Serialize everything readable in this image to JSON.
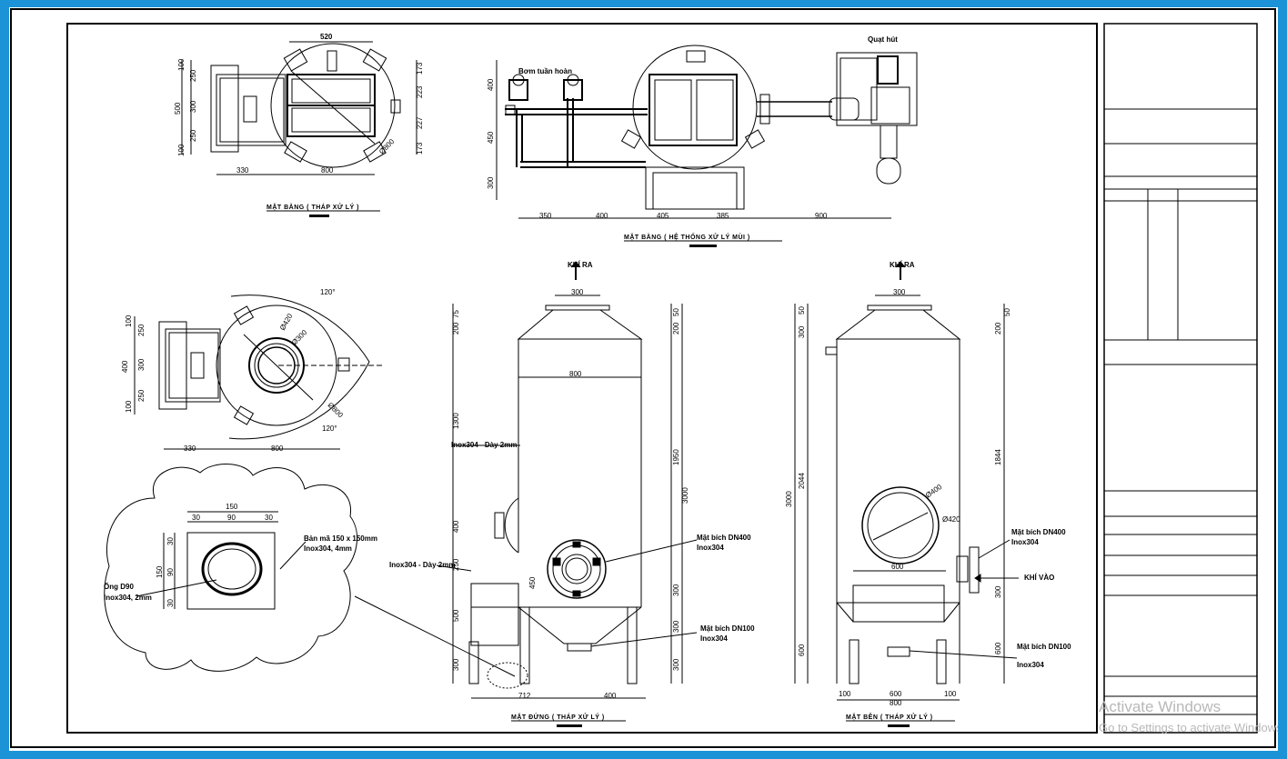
{
  "views": {
    "plan_tower": {
      "title": "MẶT BẰNG ( THÁP XỬ LÝ )",
      "top_dim": "520",
      "left_dims": [
        "100",
        "250",
        "300",
        "250",
        "100"
      ],
      "left_total": "500",
      "right_dims": [
        "173",
        "223",
        "227",
        "173"
      ],
      "bottom_dims": [
        "330",
        "800"
      ],
      "diameter": "Ø800"
    },
    "plan_system": {
      "title": "MẶT BẰNG ( HỆ THỐNG XỬ LÝ MÙI )",
      "label_pump": "Bơm tuần hoàn",
      "label_fan": "Quạt hút",
      "left_dims": [
        "400",
        "450",
        "300"
      ],
      "bottom_dims": [
        "350",
        "400",
        "405",
        "385",
        "900"
      ]
    },
    "top_tower": {
      "left_dims": [
        "100",
        "250",
        "300",
        "250",
        "100"
      ],
      "left_total": "400",
      "bottom_dims": [
        "330",
        "800"
      ],
      "angle_top": "120°",
      "angle_bottom": "120°",
      "d1": "Ø420",
      "d2": "Ø300",
      "d3": "Ø800"
    },
    "detail": {
      "top_total": "150",
      "top_dims": [
        "30",
        "90",
        "30"
      ],
      "left_dims": [
        "30",
        "90",
        "30"
      ],
      "left_total": "150",
      "label_plate": "Bản mã 150 x 150mm",
      "label_plate_sub": "Inox304, 4mm",
      "label_pipe": "Ống D90",
      "label_pipe_sub": "Inox304, 2mm"
    },
    "front": {
      "title": "MẶT ĐỨNG ( THÁP XỬ LÝ )",
      "label_out": "KHÍ RA",
      "top_dim": "300",
      "left_dims": [
        "75",
        "200",
        "1300",
        "400",
        "250",
        "500",
        "300"
      ],
      "right_dims": [
        "50",
        "200",
        "1950",
        "300",
        "300",
        "300"
      ],
      "right_total": "3000",
      "mid_dim": "800",
      "flange_dim": "450",
      "label_shell": "Inox304 - Dày 2mm",
      "label_shell2": "Inox304 - Dày 2mm",
      "label_inlet": "Mặt bích DN400",
      "label_inlet_sub": "Inox304",
      "label_drain": "Mặt bích DN100",
      "label_drain_sub": "Inox304",
      "bottom_dims": [
        "712",
        "400"
      ]
    },
    "side": {
      "title": "MẶT BÊN ( THÁP XỬ LÝ )",
      "label_out": "KHÍ RA",
      "top_dim": "300",
      "left_dims": [
        "50",
        "300",
        "2044",
        "600"
      ],
      "left_total": "3000",
      "right_dims": [
        "50",
        "200",
        "1844",
        "300",
        "600"
      ],
      "label_d1": "Ø400",
      "label_d2": "Ø420",
      "inner_dim": "600",
      "label_inlet": "Mặt bích DN400",
      "label_inlet_sub": "Inox304",
      "label_gas_in": "KHÍ VÀO",
      "label_drain": "Mặt bích DN100",
      "label_drain_sub": "Inox304",
      "bottom_dims": [
        "100",
        "600",
        "100"
      ],
      "bottom_total": "800"
    }
  },
  "watermark": {
    "line1": "Activate Windows",
    "line2": "Go to Settings to activate Windows."
  }
}
